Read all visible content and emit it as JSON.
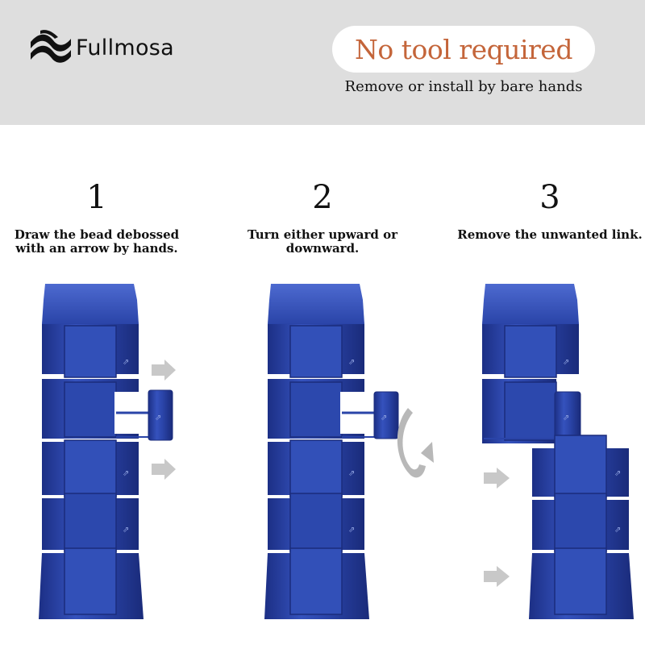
{
  "header": {
    "brand": "Fullmosa",
    "brand_icon": "fullmosa-wave-logo-icon",
    "headline": "No tool required",
    "subtitle": "Remove or install by bare hands",
    "headline_color": "#c4653a",
    "background_color": "#dedede"
  },
  "steps": [
    {
      "number": "1",
      "description": "Draw the bead debossed with an arrow by hands."
    },
    {
      "number": "2",
      "description": "Turn either upward or downward."
    },
    {
      "number": "3",
      "description": "Remove the unwanted link."
    }
  ],
  "colors": {
    "band_blue": "#2a44a8",
    "band_dark": "#1c2f85",
    "band_light": "#4d6ad0",
    "arrow_gray": "#c8c8c8"
  },
  "icons": [
    "right-arrow-icon",
    "curved-turn-arrow-icon",
    "debossed-arrow-icon"
  ]
}
